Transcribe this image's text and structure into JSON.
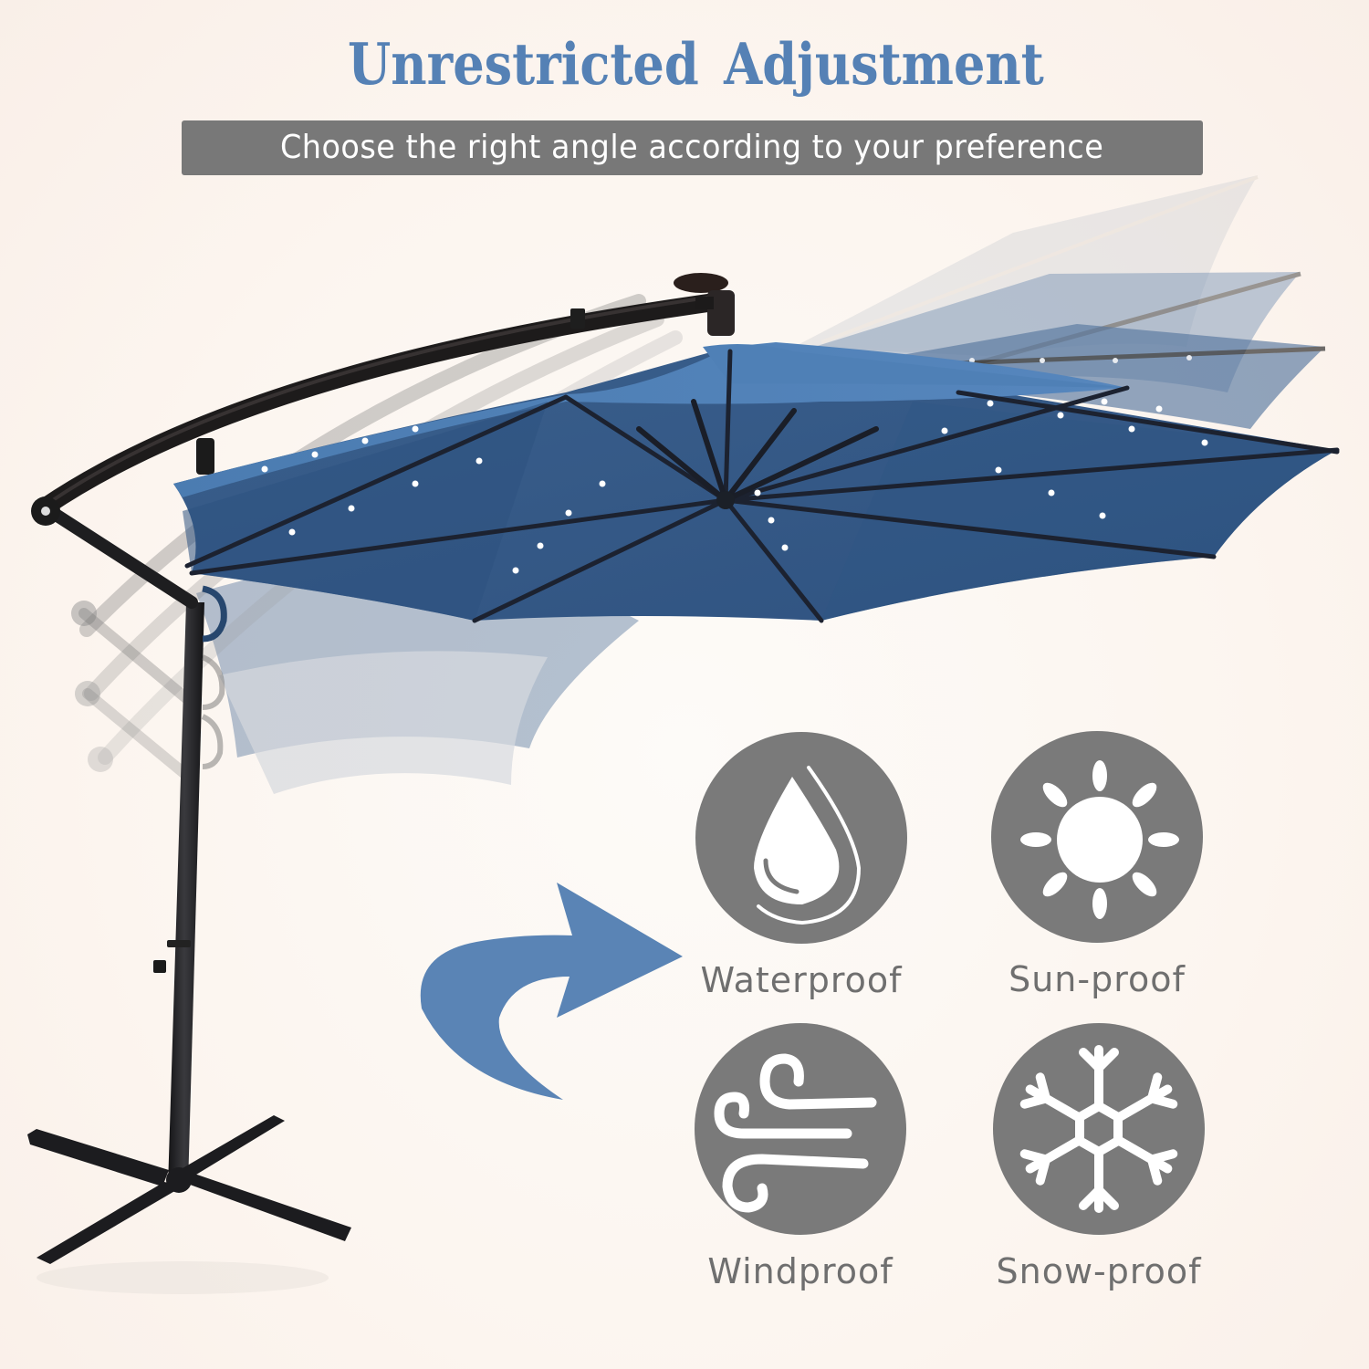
{
  "header": {
    "title": "Unrestricted Adjustment",
    "subtitle": "Choose the right angle according to your preference"
  },
  "product": {
    "name": "cantilever-solar-led-patio-umbrella",
    "canopy_color": "#3f6a9c",
    "frame_color": "#1f1f22"
  },
  "features": [
    {
      "label": "Waterproof",
      "icon": "water-drop-icon"
    },
    {
      "label": "Sun-proof",
      "icon": "sun-icon"
    },
    {
      "label": "Windproof",
      "icon": "wind-icon"
    },
    {
      "label": "Snow-proof",
      "icon": "snowflake-icon"
    }
  ],
  "decor": {
    "arrow_icon": "curved-arrow-icon",
    "arrow_color": "#5a84b5"
  },
  "colors": {
    "background": "#fcf6f1",
    "title": "#5581b5",
    "banner": "#787878",
    "banner_text": "#ffffff",
    "icon_circle": "#7a7a7a",
    "icon_glyph": "#ffffff",
    "label_text": "#6f6f6f"
  }
}
